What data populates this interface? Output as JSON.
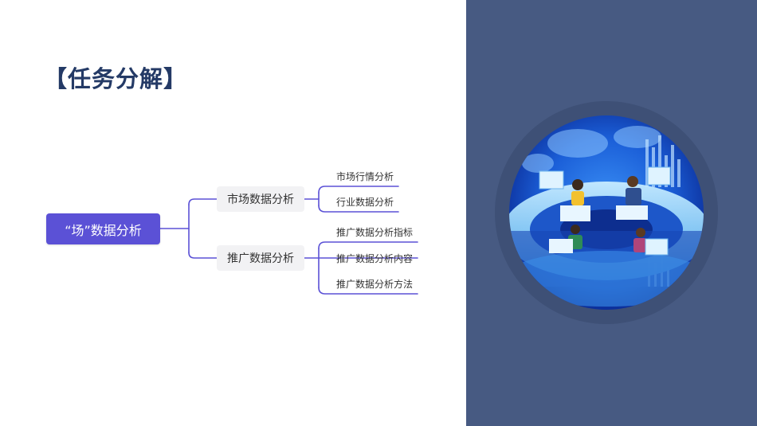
{
  "title": "【任务分解】",
  "mindmap": {
    "root": "“场”数据分析",
    "branches": [
      {
        "label": "市场数据分析",
        "children": [
          "市场行情分析",
          "行业数据分析"
        ]
      },
      {
        "label": "推广数据分析",
        "children": [
          "推广数据分析指标",
          "推广数据分析内容",
          "推广数据分析方法"
        ]
      }
    ]
  },
  "colors": {
    "root_fill": "#5b51d6",
    "connector": "#5b51d6",
    "branch_fill": "#f2f2f4",
    "title": "#243a66",
    "panel": "#475a82"
  },
  "illustration": "isometric-data-center-globe"
}
